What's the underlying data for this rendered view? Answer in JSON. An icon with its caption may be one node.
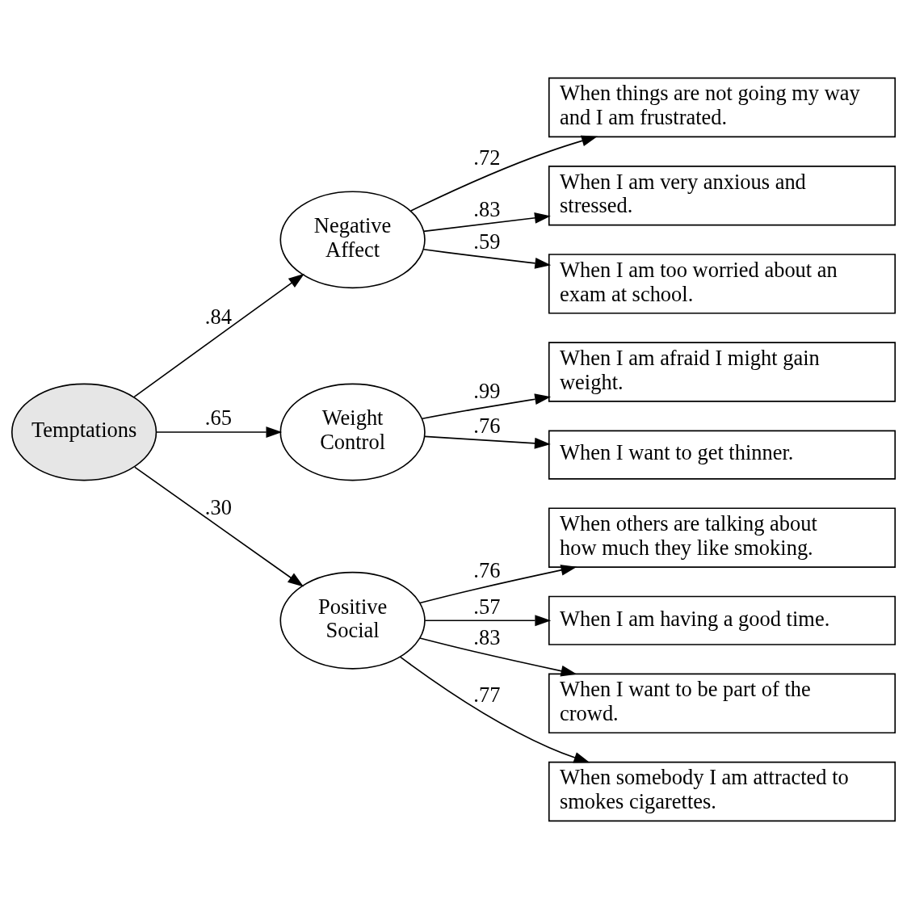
{
  "diagram": {
    "nodes": [
      {
        "text": [
          "Temptations"
        ]
      },
      {
        "text": [
          "Negative Affect"
        ]
      },
      {
        "text": [
          "Weight Control"
        ]
      },
      {
        "text": [
          "Positive Social"
        ]
      },
      {
        "text": [
          "When things are not going my way and I am frustrated."
        ]
      },
      {
        "text": [
          "When I am very anxious and stressed."
        ]
      },
      {
        "text": [
          "When I am too worried about an exam at school."
        ]
      },
      {
        "text": [
          "When I am afraid I might gain weight."
        ]
      },
      {
        "text": [
          "When I want to get thinner."
        ]
      },
      {
        "text": [
          "When others are talking about how much they like smoking."
        ]
      },
      {
        "text": [
          "When I am having a good time."
        ]
      },
      {
        "text": [
          "When I want to be part of the crowd."
        ]
      },
      {
        "text": [
          "When somebody I am attracted to smokes cigarettes."
        ]
      }
    ],
    "edges": [
      {
        "from": 0,
        "to": 1,
        "arrow": "to",
        "label": ".84"
      },
      {
        "from": 0,
        "to": 2,
        "arrow": "to",
        "label": ".65"
      },
      {
        "from": 0,
        "to": 3,
        "arrow": "to",
        "label": ".30"
      },
      {
        "from": 1,
        "to": 4,
        "arrow": "to",
        "label": ".72"
      },
      {
        "from": 1,
        "to": 5,
        "arrow": "to",
        "label": ".83"
      },
      {
        "from": 1,
        "to": 6,
        "arrow": "to",
        "label": ".59"
      },
      {
        "from": 2,
        "to": 7,
        "arrow": "to",
        "label": ".99"
      },
      {
        "from": 2,
        "to": 8,
        "arrow": "to",
        "label": ".76"
      },
      {
        "from": 3,
        "to": 9,
        "arrow": "to",
        "label": ".76"
      },
      {
        "from": 3,
        "to": 10,
        "arrow": "to",
        "label": ".57"
      },
      {
        "from": 3,
        "to": 11,
        "arrow": "to",
        "label": ".83"
      },
      {
        "from": 3,
        "to": 12,
        "arrow": "to",
        "label": ".77"
      }
    ]
  }
}
